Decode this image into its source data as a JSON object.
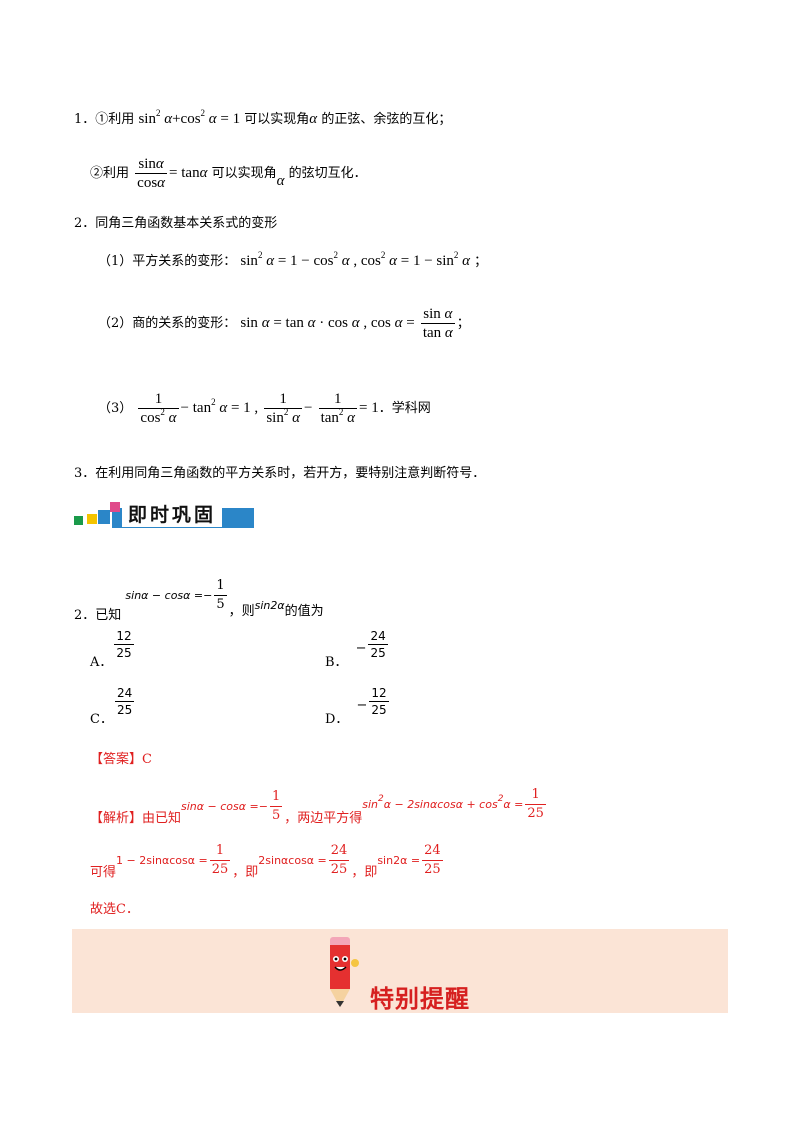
{
  "section1": {
    "item1_num": "1．",
    "item1_a_pre": "①利用",
    "item1_a_post": "可以实现角",
    "item1_a_end": "的正弦、余弦的互化；",
    "item1_b_pre": "②利用",
    "item1_b_post": "可以实现角",
    "item1_b_end": "的弦切互化．",
    "item2": "2．同角三角函数基本关系式的变形",
    "item2_1": "（1）平方关系的变形：",
    "item2_2": "（2）商的关系的变形：",
    "item2_3": "（3）",
    "item2_3_tail": "．学科网",
    "item3": "3．在利用同角三角函数的平方关系时，若开方，要特别注意判断符号．"
  },
  "header_banner": {
    "title": "即时巩固"
  },
  "question": {
    "number": "2．已知",
    "middle": "，则",
    "end": "的值为",
    "options": [
      {
        "label": "A．",
        "num": "12",
        "den": "25",
        "sign": ""
      },
      {
        "label": "B．",
        "num": "24",
        "den": "25",
        "sign": "−"
      },
      {
        "label": "C．",
        "num": "24",
        "den": "25",
        "sign": ""
      },
      {
        "label": "D．",
        "num": "12",
        "den": "25",
        "sign": "−"
      }
    ]
  },
  "answer": {
    "label": "【答案】C",
    "analysis_label": "【解析】由已知",
    "analysis_mid": "，两边平方得",
    "line2_pre": "可得",
    "line2_mid1": "，即",
    "line2_mid2": "，即",
    "conclusion": "故选C．"
  },
  "footer_banner": {
    "title": "特别提醒"
  },
  "colors": {
    "answer_red": "#e02020",
    "banner_bg": "#fbe4d6",
    "header_blue": "#2b86c8"
  }
}
